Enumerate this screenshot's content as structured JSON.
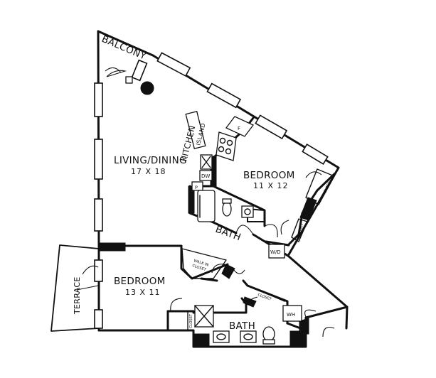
{
  "floorplan": {
    "balcony_label": "BALCONY",
    "terrace_label": "TERRACE",
    "rooms": {
      "living_dining": {
        "name": "LIVING/DINING",
        "size": "17 X 18"
      },
      "kitchen": {
        "name": "KITCHEN"
      },
      "island": {
        "name": "ISLAND"
      },
      "bedroom_1": {
        "name": "BEDROOM",
        "size": "11 X 12"
      },
      "bedroom_2": {
        "name": "BEDROOM",
        "size": "13 X 11"
      },
      "bath_1": {
        "name": "BATH"
      },
      "bath_2": {
        "name": "BATH"
      }
    },
    "fixtures": {
      "fridge": "F",
      "dishwasher": "DW",
      "pantry": "P",
      "washer_dryer": "W/D",
      "water_heater": "WH",
      "closet_1": "CLOSET",
      "closet_2": "CLOSET",
      "closet_3": "CLOSET",
      "closet_4": "CLOSET",
      "walk_in_closet_line1": "WALK IN",
      "walk_in_closet_line2": "CLOSET"
    }
  }
}
